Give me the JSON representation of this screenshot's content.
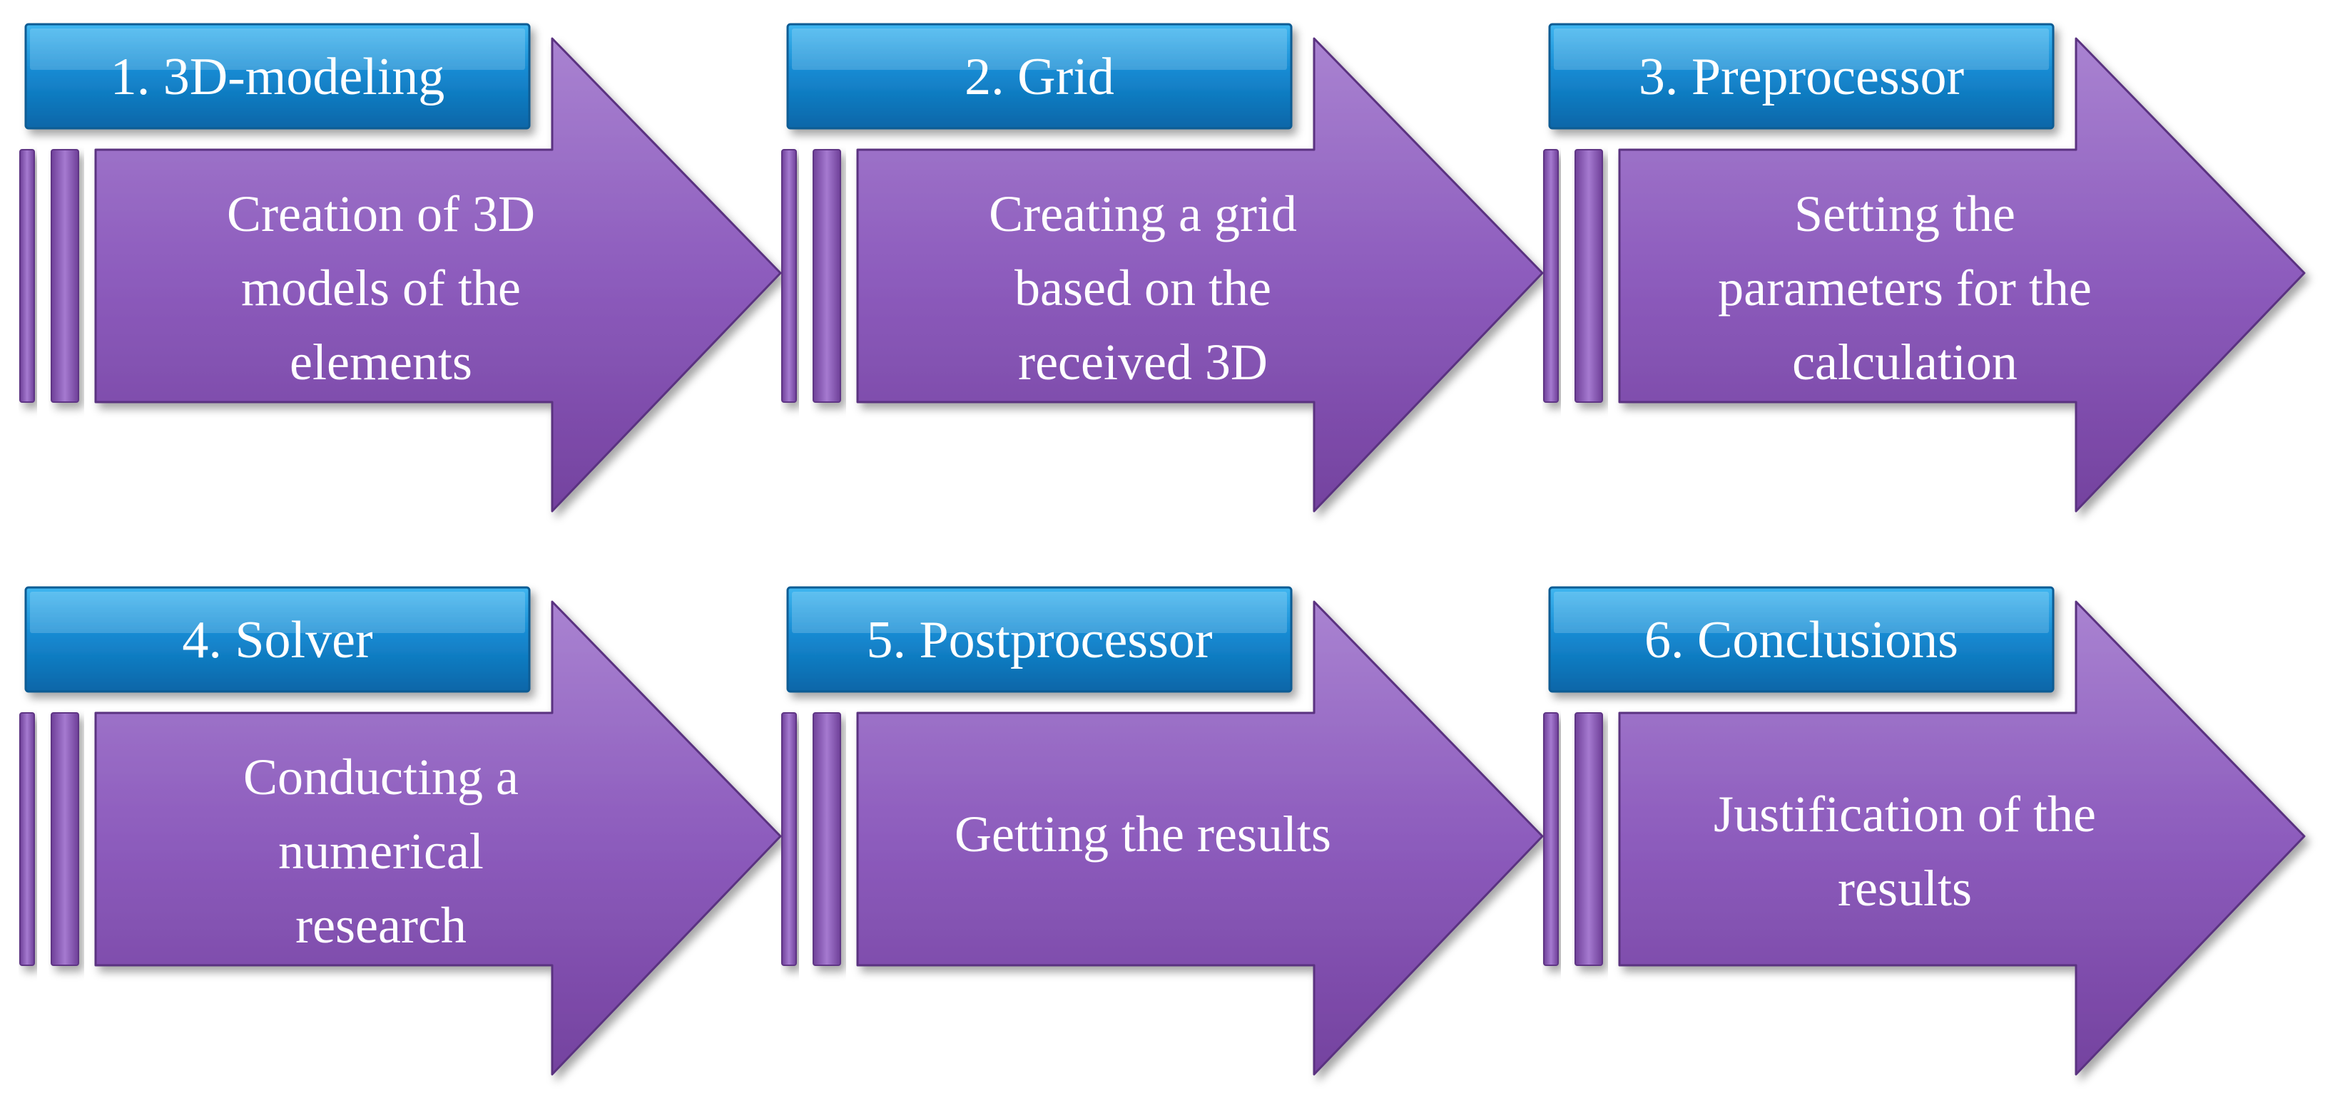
{
  "steps": [
    {
      "title": "1. 3D-modeling",
      "lines": [
        "Creation of 3D",
        "models of the",
        "elements"
      ]
    },
    {
      "title": "2. Grid",
      "lines": [
        "Creating a grid",
        "based on the",
        "received 3D"
      ]
    },
    {
      "title": "3. Preprocessor",
      "lines": [
        "Setting the",
        "parameters for the",
        "calculation"
      ]
    },
    {
      "title": "4. Solver",
      "lines": [
        "Conducting a",
        "numerical",
        "research"
      ]
    },
    {
      "title": "5. Postprocessor",
      "lines": [
        "Getting the results"
      ]
    },
    {
      "title": "6. Conclusions",
      "lines": [
        "Justification of the",
        "results"
      ]
    }
  ],
  "colors": {
    "arrow_fill_light": "#a77bd0",
    "arrow_fill_dark": "#7b4aa6",
    "arrow_edge": "#5e3585",
    "title_fill_light": "#29a6e8",
    "title_fill_dark": "#0a6eb5",
    "title_edge": "#0b5b94",
    "text": "#ffffff"
  }
}
